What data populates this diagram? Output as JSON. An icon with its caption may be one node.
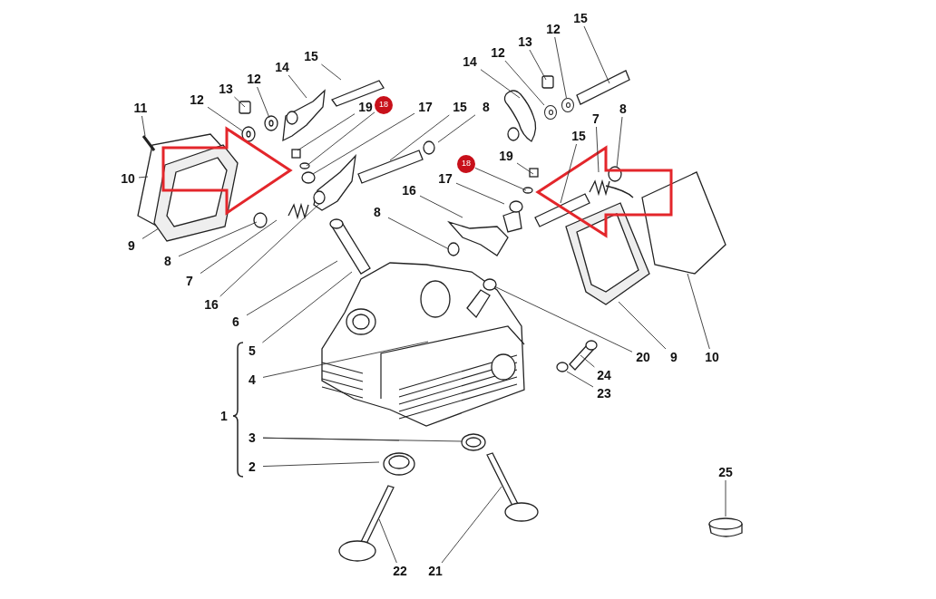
{
  "diagram": {
    "nodes": [
      {
        "text": [
          "15"
        ]
      },
      {
        "text": [
          "12"
        ]
      },
      {
        "text": [
          "13"
        ]
      },
      {
        "text": [
          "12"
        ]
      },
      {
        "text": [
          "15"
        ]
      },
      {
        "text": [
          "14"
        ]
      },
      {
        "text": [
          "14"
        ]
      },
      {
        "text": [
          "12"
        ]
      },
      {
        "text": [
          "13"
        ]
      },
      {
        "text": [
          "12"
        ]
      },
      {
        "text": [
          "11"
        ]
      },
      {
        "text": [
          "19"
        ]
      },
      {
        "text": [
          "18"
        ]
      },
      {
        "text": [
          "17"
        ]
      },
      {
        "text": [
          "15"
        ]
      },
      {
        "text": [
          "8"
        ]
      },
      {
        "text": [
          "8"
        ]
      },
      {
        "text": [
          "7"
        ]
      },
      {
        "text": [
          "15"
        ]
      },
      {
        "text": [
          "19"
        ]
      },
      {
        "text": [
          "18"
        ]
      },
      {
        "text": [
          "10"
        ]
      },
      {
        "text": [
          "17"
        ]
      },
      {
        "text": [
          "16"
        ]
      },
      {
        "text": [
          "8"
        ]
      },
      {
        "text": [
          "9"
        ]
      },
      {
        "text": [
          "8"
        ]
      },
      {
        "text": [
          "7"
        ]
      },
      {
        "text": [
          "16"
        ]
      },
      {
        "text": [
          "6"
        ]
      },
      {
        "text": [
          "5"
        ]
      },
      {
        "text": [
          "20"
        ]
      },
      {
        "text": [
          "9"
        ]
      },
      {
        "text": [
          "10"
        ]
      },
      {
        "text": [
          "4"
        ]
      },
      {
        "text": [
          "24"
        ]
      },
      {
        "text": [
          "23"
        ]
      },
      {
        "text": [
          "3"
        ]
      },
      {
        "text": [
          "2"
        ]
      },
      {
        "text": [
          "25"
        ]
      },
      {
        "text": [
          "22"
        ]
      },
      {
        "text": [
          "21"
        ]
      },
      {
        "text": [],
        "shape": "circle"
      },
      {
        "text": [],
        "shape": "circle"
      },
      {
        "text": [],
        "shape": "bar"
      }
    ],
    "edges": [
      {
        "from": 0,
        "to": null,
        "arrow": "none"
      },
      {
        "from": 1,
        "to": 43,
        "arrow": "none"
      },
      {
        "from": 2,
        "to": null,
        "arrow": "none"
      },
      {
        "from": 3,
        "to": 42,
        "arrow": "none"
      },
      {
        "from": 4,
        "to": 44,
        "arrow": "none"
      },
      {
        "from": 5,
        "to": null,
        "arrow": "none"
      },
      {
        "from": 6,
        "to": null,
        "arrow": "none"
      },
      {
        "from": 7,
        "to": null,
        "arrow": "none"
      },
      {
        "from": 8,
        "to": null,
        "arrow": "none"
      },
      {
        "from": 9,
        "to": null,
        "arrow": "none"
      },
      {
        "from": 10,
        "to": null,
        "arrow": "none"
      },
      {
        "from": 11,
        "to": null,
        "arrow": "none"
      },
      {
        "from": 12,
        "to": null,
        "arrow": "none"
      },
      {
        "from": 13,
        "to": null,
        "arrow": "none"
      },
      {
        "from": 14,
        "to": null,
        "arrow": "none"
      },
      {
        "from": 15,
        "to": null,
        "arrow": "none"
      },
      {
        "from": 16,
        "to": null,
        "arrow": "none"
      },
      {
        "from": 17,
        "to": null,
        "arrow": "none"
      },
      {
        "from": 18,
        "to": null,
        "arrow": "none"
      },
      {
        "from": 19,
        "to": null,
        "arrow": "none"
      },
      {
        "from": 20,
        "to": null,
        "arrow": "none"
      },
      {
        "from": 21,
        "to": null,
        "arrow": "none"
      },
      {
        "from": 22,
        "to": null,
        "arrow": "none"
      },
      {
        "from": 23,
        "to": null,
        "arrow": "none"
      },
      {
        "from": 24,
        "to": null,
        "arrow": "none"
      },
      {
        "from": 25,
        "to": null,
        "arrow": "none"
      },
      {
        "from": 26,
        "to": null,
        "arrow": "none"
      },
      {
        "from": 27,
        "to": null,
        "arrow": "none"
      },
      {
        "from": 28,
        "to": null,
        "arrow": "none"
      },
      {
        "from": 29,
        "to": null,
        "arrow": "none"
      },
      {
        "from": 30,
        "to": null,
        "arrow": "none"
      },
      {
        "from": 31,
        "to": null,
        "arrow": "none"
      },
      {
        "from": 32,
        "to": null,
        "arrow": "none"
      },
      {
        "from": 33,
        "to": null,
        "arrow": "none"
      },
      {
        "from": 34,
        "to": null,
        "arrow": "none"
      },
      {
        "from": 35,
        "to": null,
        "arrow": "none"
      },
      {
        "from": 36,
        "to": null,
        "arrow": "none"
      },
      {
        "from": 37,
        "to": null,
        "arrow": "none"
      },
      {
        "from": 37,
        "to": null,
        "arrow": "none"
      },
      {
        "from": 38,
        "to": null,
        "arrow": "none"
      },
      {
        "from": 39,
        "to": null,
        "arrow": "none"
      },
      {
        "from": 40,
        "to": null,
        "arrow": "none"
      },
      {
        "from": 41,
        "to": null,
        "arrow": "none"
      }
    ],
    "labels": [
      "1"
    ]
  }
}
